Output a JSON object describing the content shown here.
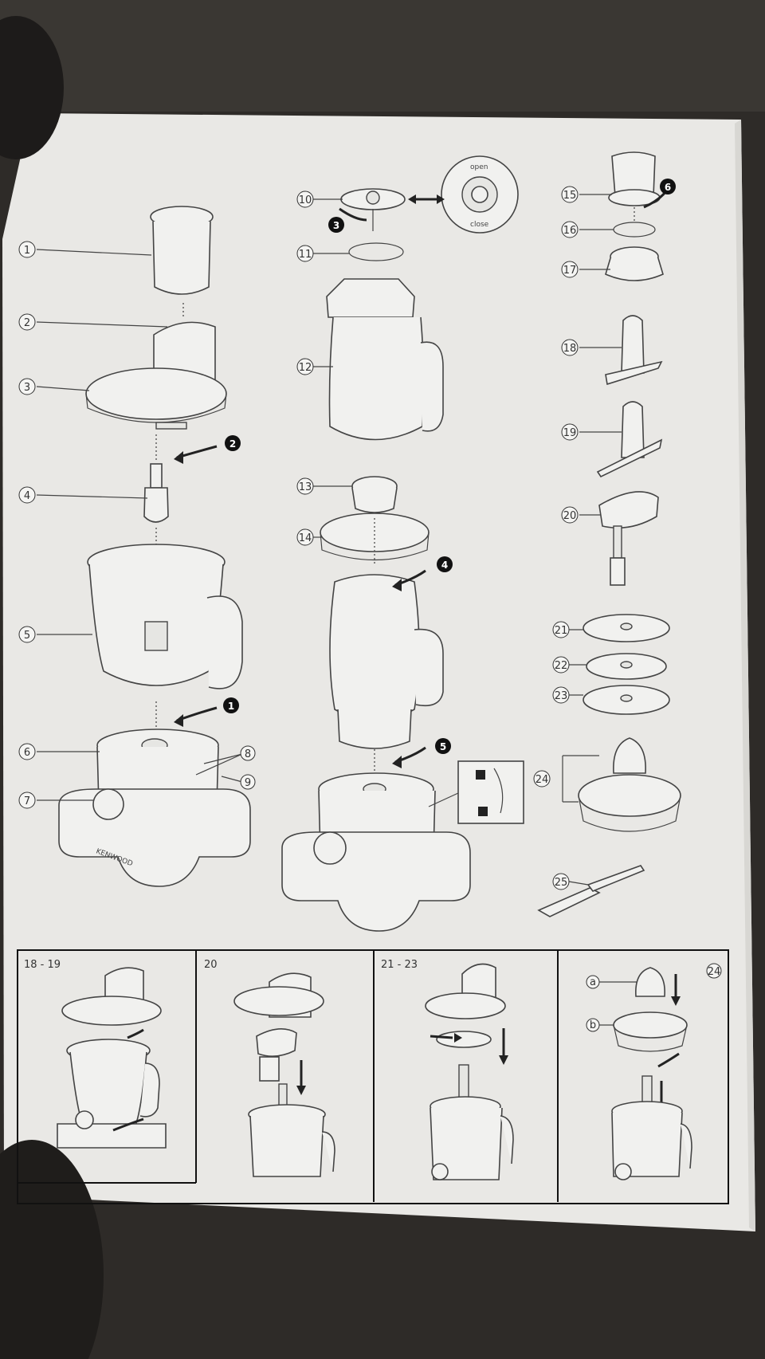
{
  "part_labels": [
    "1",
    "2",
    "3",
    "4",
    "5",
    "6",
    "7",
    "8",
    "9",
    "10",
    "11",
    "12",
    "13",
    "14",
    "15",
    "16",
    "17",
    "18",
    "19",
    "20",
    "21",
    "22",
    "23",
    "24",
    "25"
  ],
  "step_labels": [
    "1",
    "2",
    "3",
    "4",
    "5",
    "6"
  ],
  "blade_marks": {
    "open": "open",
    "close": "close"
  },
  "brand": "KENWOOD",
  "panels": [
    {
      "label": "18 - 19"
    },
    {
      "label": "20"
    },
    {
      "label": "21 - 23"
    },
    {
      "label": "24",
      "sublabels": [
        "a",
        "b"
      ]
    }
  ]
}
